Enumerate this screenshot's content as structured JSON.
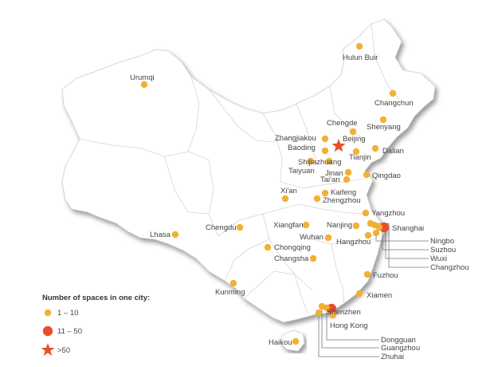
{
  "colors": {
    "small": "#f2b035",
    "medium": "#e94e2b",
    "large": "#e94e2b",
    "land": "#ffffff",
    "shadow": "#9a9a9a"
  },
  "legend": {
    "title": "Number of spaces in one city:",
    "items": [
      {
        "symbol": "small-dot",
        "label": "1 – 10"
      },
      {
        "symbol": "medium-dot",
        "label": "11 – 50"
      },
      {
        "symbol": "star",
        "label": ">50"
      }
    ]
  },
  "cities": [
    {
      "name": "Hulun Buir",
      "size": "small"
    },
    {
      "name": "Urumqi",
      "size": "small"
    },
    {
      "name": "Changchun",
      "size": "small"
    },
    {
      "name": "Chengde",
      "size": "small"
    },
    {
      "name": "Shenyang",
      "size": "small"
    },
    {
      "name": "Zhangjiakou",
      "size": "small"
    },
    {
      "name": "Beijing",
      "size": "large"
    },
    {
      "name": "Baoding",
      "size": "small"
    },
    {
      "name": "Tianjin",
      "size": "small"
    },
    {
      "name": "Dalian",
      "size": "small"
    },
    {
      "name": "Shijiazhuang",
      "size": "small"
    },
    {
      "name": "Taiyuan",
      "size": "small"
    },
    {
      "name": "Jinan",
      "size": "small"
    },
    {
      "name": "Qingdao",
      "size": "small"
    },
    {
      "name": "Tai'an",
      "size": "small"
    },
    {
      "name": "Xi'an",
      "size": "small"
    },
    {
      "name": "Kaifeng",
      "size": "small"
    },
    {
      "name": "Zhengzhou",
      "size": "small"
    },
    {
      "name": "Yangzhou",
      "size": "small"
    },
    {
      "name": "Lhasa",
      "size": "small"
    },
    {
      "name": "Chengdu",
      "size": "small"
    },
    {
      "name": "Xiangfan",
      "size": "small"
    },
    {
      "name": "Nanjing",
      "size": "small"
    },
    {
      "name": "Shanghai",
      "size": "medium"
    },
    {
      "name": "Wuhan",
      "size": "small"
    },
    {
      "name": "Hangzhou",
      "size": "small"
    },
    {
      "name": "Chongqing",
      "size": "small"
    },
    {
      "name": "Ningbo",
      "size": "small"
    },
    {
      "name": "Suzhou",
      "size": "small"
    },
    {
      "name": "Wuxi",
      "size": "small"
    },
    {
      "name": "Changzhou",
      "size": "small"
    },
    {
      "name": "Changsha",
      "size": "small"
    },
    {
      "name": "Fuzhou",
      "size": "small"
    },
    {
      "name": "Kunming",
      "size": "small"
    },
    {
      "name": "Xiamen",
      "size": "small"
    },
    {
      "name": "Shenzhen",
      "size": "medium"
    },
    {
      "name": "Hong Kong",
      "size": "small"
    },
    {
      "name": "Dongguan",
      "size": "small"
    },
    {
      "name": "Guangzhou",
      "size": "small"
    },
    {
      "name": "Zhuhai",
      "size": "small"
    },
    {
      "name": "Haikou",
      "size": "small"
    }
  ]
}
